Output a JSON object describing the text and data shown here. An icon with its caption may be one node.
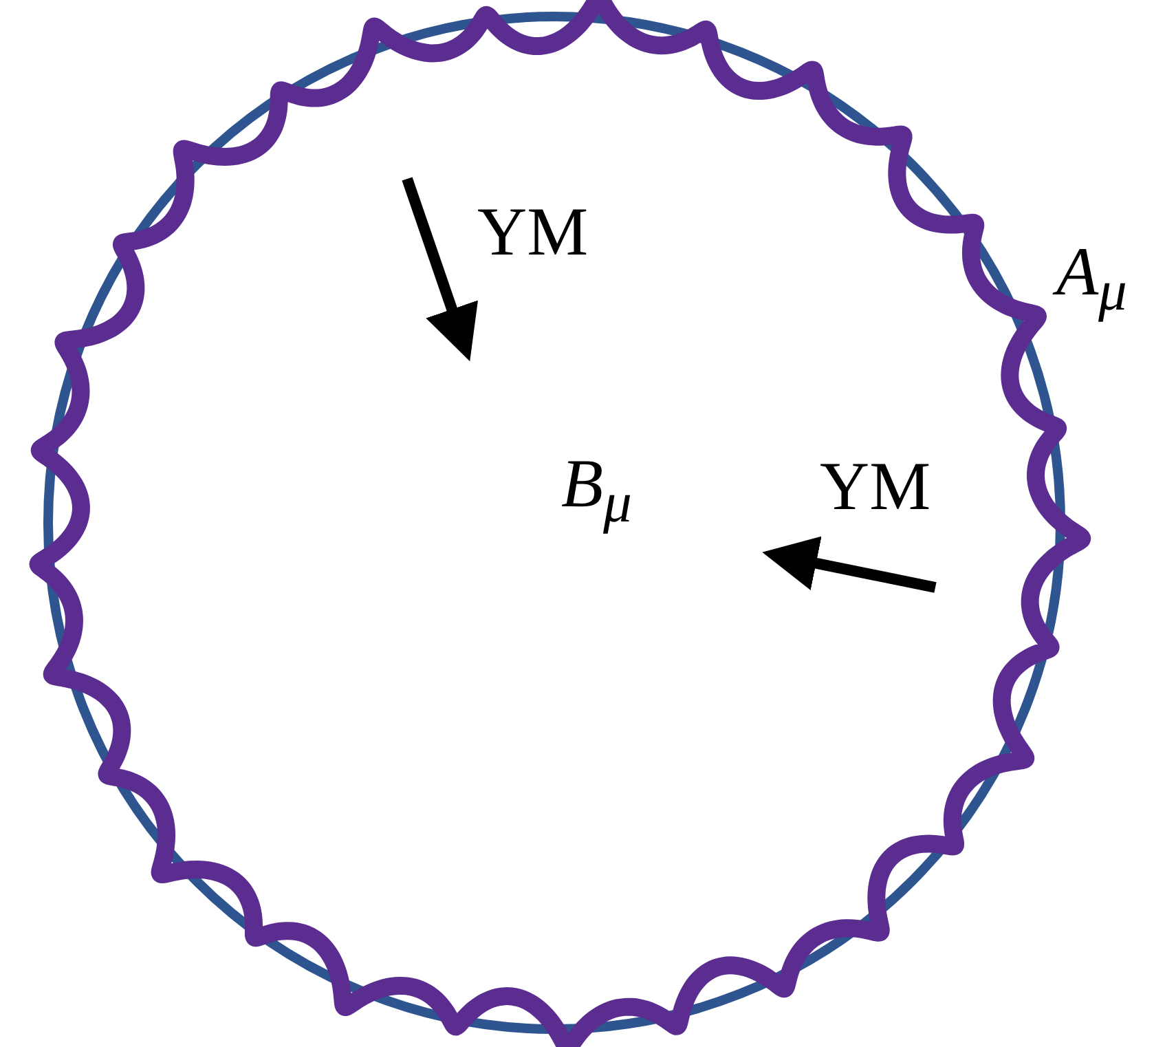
{
  "diagram": {
    "labels": [
      "YM",
      "A$_{μ}$",
      "B$_{μ}$",
      "YM"
    ]
  }
}
